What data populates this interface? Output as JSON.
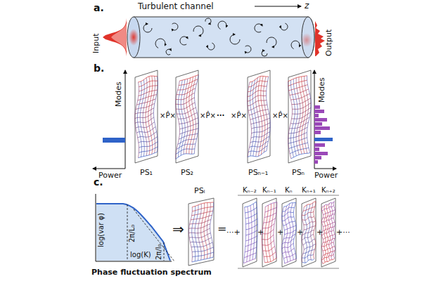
{
  "diagram": {
    "labels": [
      "a.",
      "Turbulent channel",
      "z",
      "Input",
      "Output",
      "b.",
      "Modes",
      "Power",
      "PS₁",
      "PS₂",
      "PSₙ₋₁",
      "PSₙ",
      "×P̂×",
      "×P̂×",
      "···",
      "×P̂×",
      "×P̂×",
      "Modes",
      "Power",
      "c.",
      "log(var φ)",
      "2π/L₀",
      "2π/l₀",
      "log(K)",
      "Phase fluctuation spectrum",
      "⇒",
      "PSᵢ",
      "=",
      "Kₙ₋₂",
      "Kₙ₋₁",
      "Kₙ",
      "Kₙ₊₁",
      "Kₙ₊₂",
      "···+",
      "+",
      "+",
      "+",
      "+",
      "+···"
    ]
  }
}
